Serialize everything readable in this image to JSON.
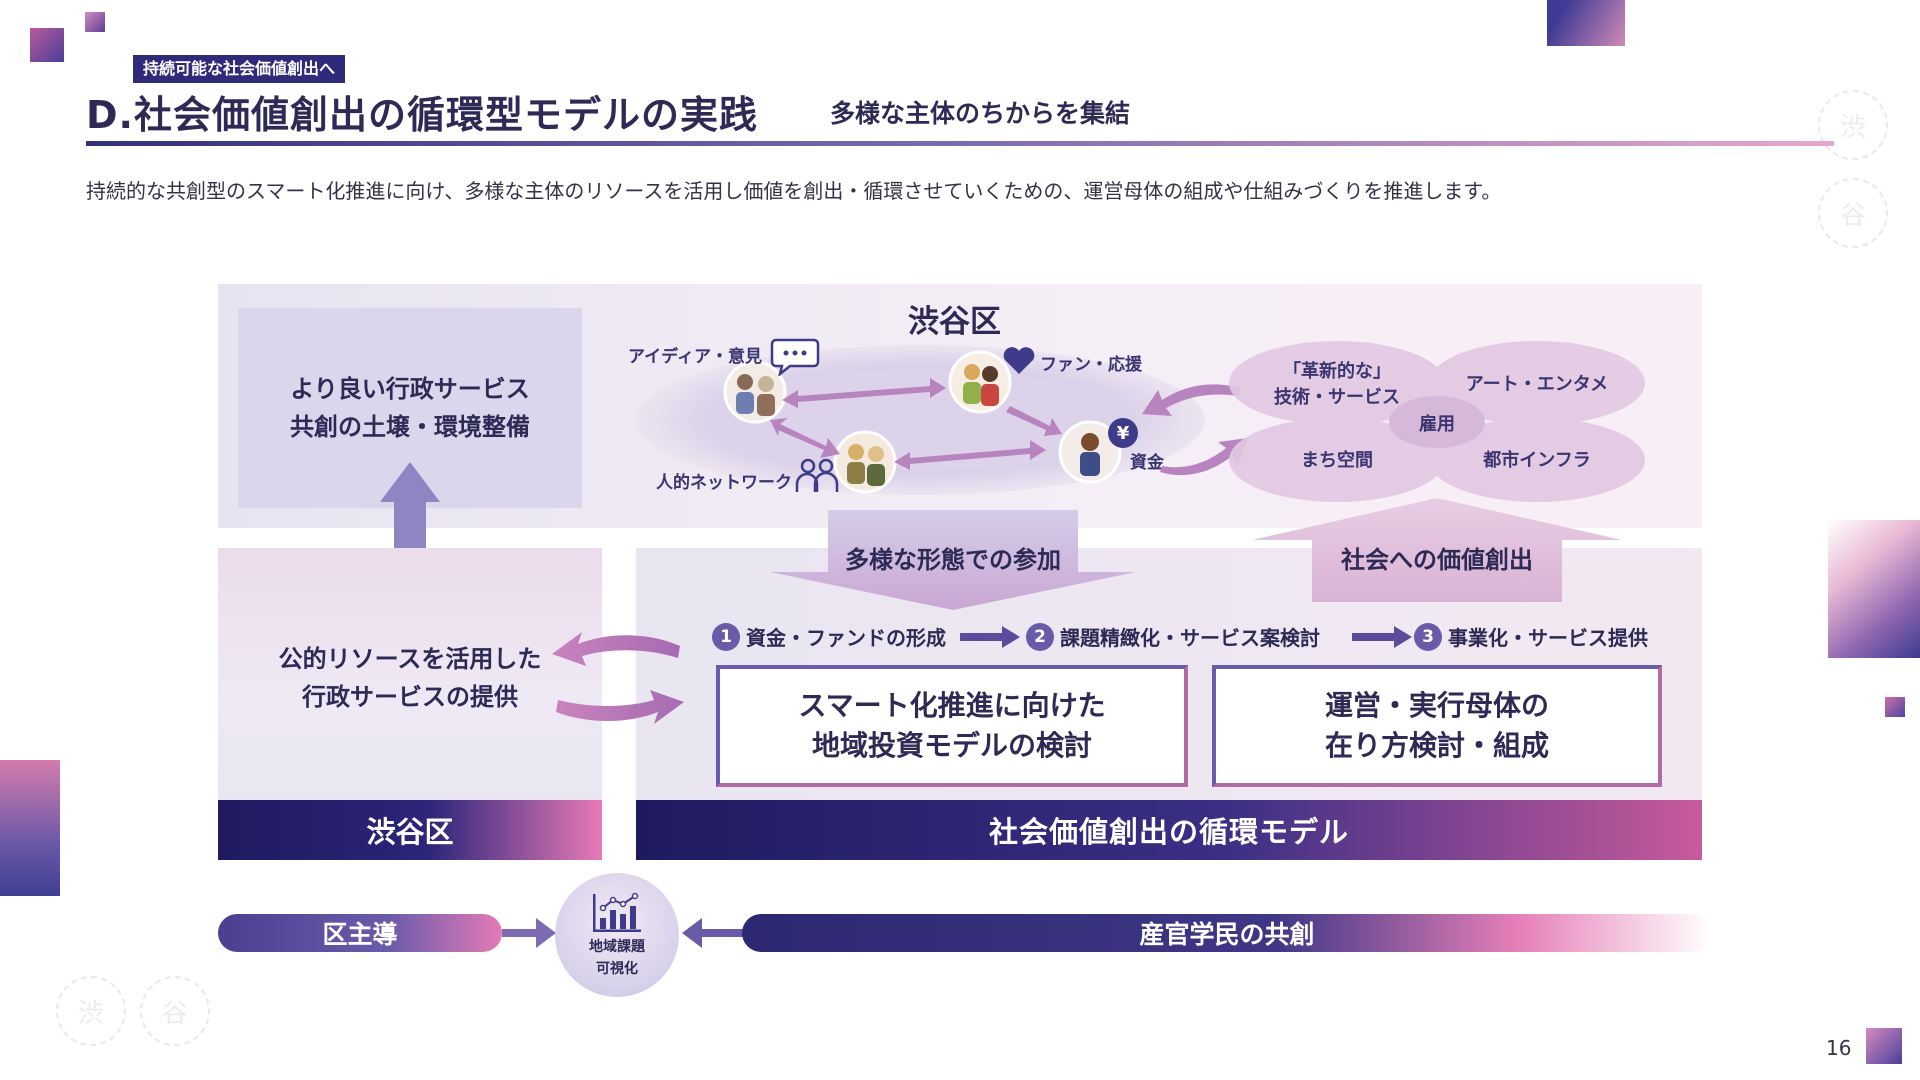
{
  "header": {
    "tag": "持続可能な社会価値創出へ",
    "title": "D.社会価値創出の循環型モデルの実践",
    "subtitle": "多様な主体のちからを集結",
    "lead": "持続的な共創型のスマート化推進に向け、多様な主体のリソースを活用し価値を創出・循環させていくための、運営母体の組成や仕組みづくりを推進します。"
  },
  "left_top_box": {
    "line1": "より良い行政サービス",
    "line2": "共創の土壌・環境整備"
  },
  "left_panel": {
    "line1": "公的リソースを活用した",
    "line2": "行政サービスの提供",
    "bar_label": "渋谷区"
  },
  "ward_cluster": {
    "title": "渋谷区",
    "ideas": "アイディア・意見",
    "fans": "ファン・応援",
    "network": "人的ネットワーク",
    "funds": "資金",
    "yen_symbol": "¥"
  },
  "value_petals": {
    "top_left_line1": "「革新的な」",
    "top_left_line2": "技術・サービス",
    "top_right": "アート・エンタメ",
    "bottom_left": "まち空間",
    "bottom_right": "都市インフラ",
    "center": "雇用"
  },
  "arrows": {
    "participation": "多様な形態での参加",
    "value_creation": "社会への価値創出"
  },
  "steps": [
    {
      "num": "1",
      "label": "資金・ファンドの形成"
    },
    {
      "num": "2",
      "label": "課題精緻化・サービス案検討"
    },
    {
      "num": "3",
      "label": "事業化・サービス提供"
    }
  ],
  "model_boxes": {
    "box1_line1": "スマート化推進に向けた",
    "box1_line2": "地域投資モデルの検討",
    "box2_line1": "運営・実行母体の",
    "box2_line2": "在り方検討・組成"
  },
  "right_bar_label": "社会価値創出の循環モデル",
  "bottom": {
    "left_pill": "区主導",
    "center_line1": "地域課題",
    "center_line2": "可視化",
    "right_pill": "産官学民の共創"
  },
  "page_number": "16",
  "colors": {
    "navy": "#2d2a7a",
    "purple": "#6a5ba8",
    "pink": "#e47bb6"
  }
}
